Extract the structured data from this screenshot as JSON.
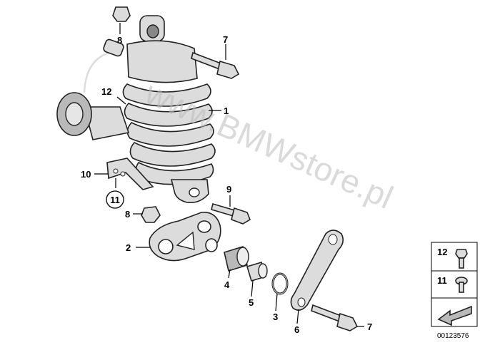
{
  "watermark": "www.BMWstore.pl",
  "callouts": [
    {
      "id": "c1",
      "text": "1"
    },
    {
      "id": "c2",
      "text": "2"
    },
    {
      "id": "c3",
      "text": "3"
    },
    {
      "id": "c4",
      "text": "4"
    },
    {
      "id": "c5",
      "text": "5"
    },
    {
      "id": "c6",
      "text": "6"
    },
    {
      "id": "c7a",
      "text": "7"
    },
    {
      "id": "c7b",
      "text": "7"
    },
    {
      "id": "c8a",
      "text": "8"
    },
    {
      "id": "c8b",
      "text": "8"
    },
    {
      "id": "c9",
      "text": "9"
    },
    {
      "id": "c10",
      "text": "10"
    },
    {
      "id": "c11",
      "text": "11"
    },
    {
      "id": "c12",
      "text": "12"
    }
  ],
  "legend": {
    "items": [
      {
        "label": "12",
        "icon": "hex-bolt-icon"
      },
      {
        "label": "11",
        "icon": "torx-bolt-icon"
      }
    ],
    "arrow_icon": "direction-arrow-icon"
  },
  "reference_number": "00123576"
}
